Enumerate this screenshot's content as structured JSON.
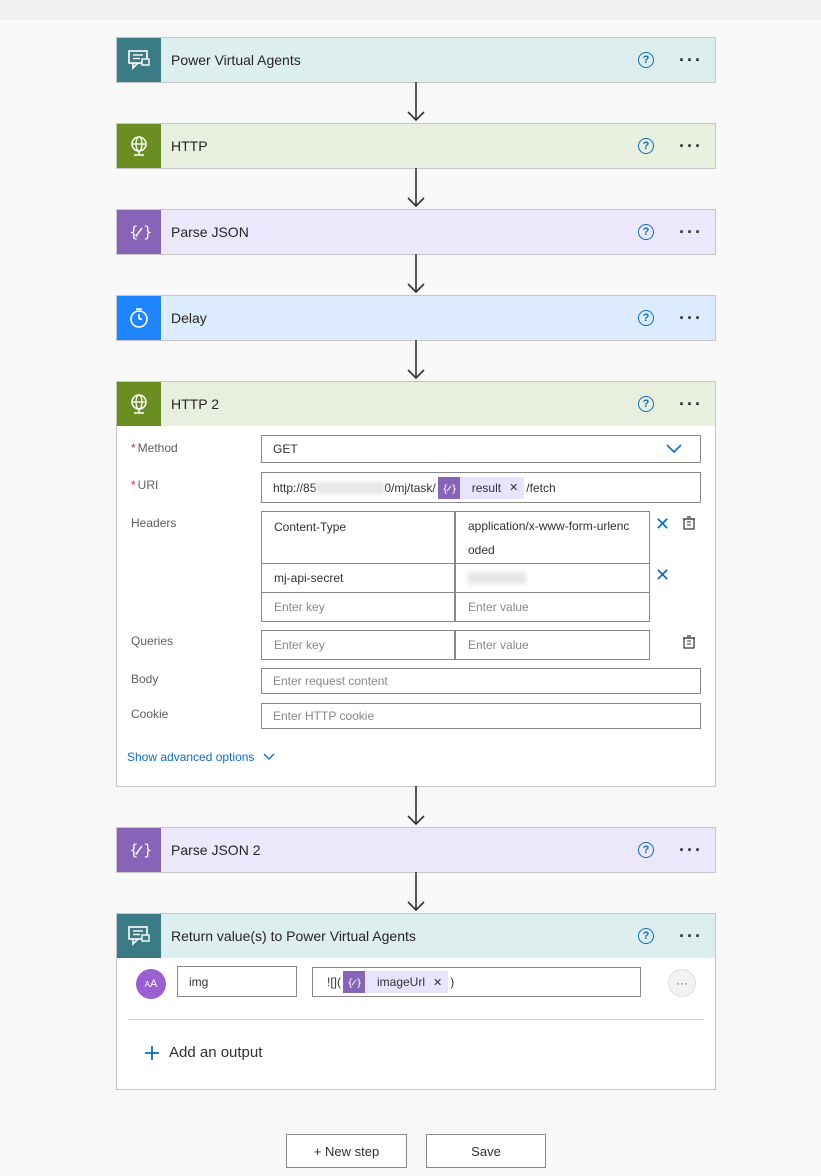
{
  "steps": {
    "pva": {
      "title": "Power Virtual Agents"
    },
    "http": {
      "title": "HTTP"
    },
    "parse": {
      "title": "Parse JSON"
    },
    "delay": {
      "title": "Delay"
    },
    "http2": {
      "title": "HTTP 2",
      "method_label": "Method",
      "method_value": "GET",
      "uri_label": "URI",
      "uri_prefix": "http://85",
      "uri_mid": "0/mj/task/",
      "uri_token": "result",
      "uri_suffix": "/fetch",
      "headers_label": "Headers",
      "headers": [
        {
          "key": "Content-Type",
          "value_line1": "application/x-www-form-urlenc",
          "value_line2": "oded"
        },
        {
          "key": "mj-api-secret",
          "value_line1": "",
          "value_line2": ""
        }
      ],
      "enter_key": "Enter key",
      "enter_value": "Enter value",
      "queries_label": "Queries",
      "body_label": "Body",
      "body_placeholder": "Enter request content",
      "cookie_label": "Cookie",
      "cookie_placeholder": "Enter HTTP cookie",
      "advanced": "Show advanced options"
    },
    "parse2": {
      "title": "Parse JSON 2"
    },
    "return": {
      "title": "Return value(s) to Power Virtual Agents",
      "output_name": "img",
      "output_prefix": "![](",
      "output_token": "imageUrl",
      "output_suffix": ")",
      "add_output": "Add an output",
      "avatar_text": "A"
    }
  },
  "toolbar": {
    "new_step": "+ New step",
    "save": "Save"
  },
  "colors": {
    "pva_icon": "#3a7b86",
    "pva_head": "#ddeeee",
    "http_icon": "#6b8e23",
    "http_head": "#e8efdf",
    "parse_icon": "#8764b8",
    "parse_head": "#ece7fb",
    "delay_icon": "#1f85ff",
    "delay_head": "#dcebfd",
    "accent": "#0f6cbd"
  }
}
